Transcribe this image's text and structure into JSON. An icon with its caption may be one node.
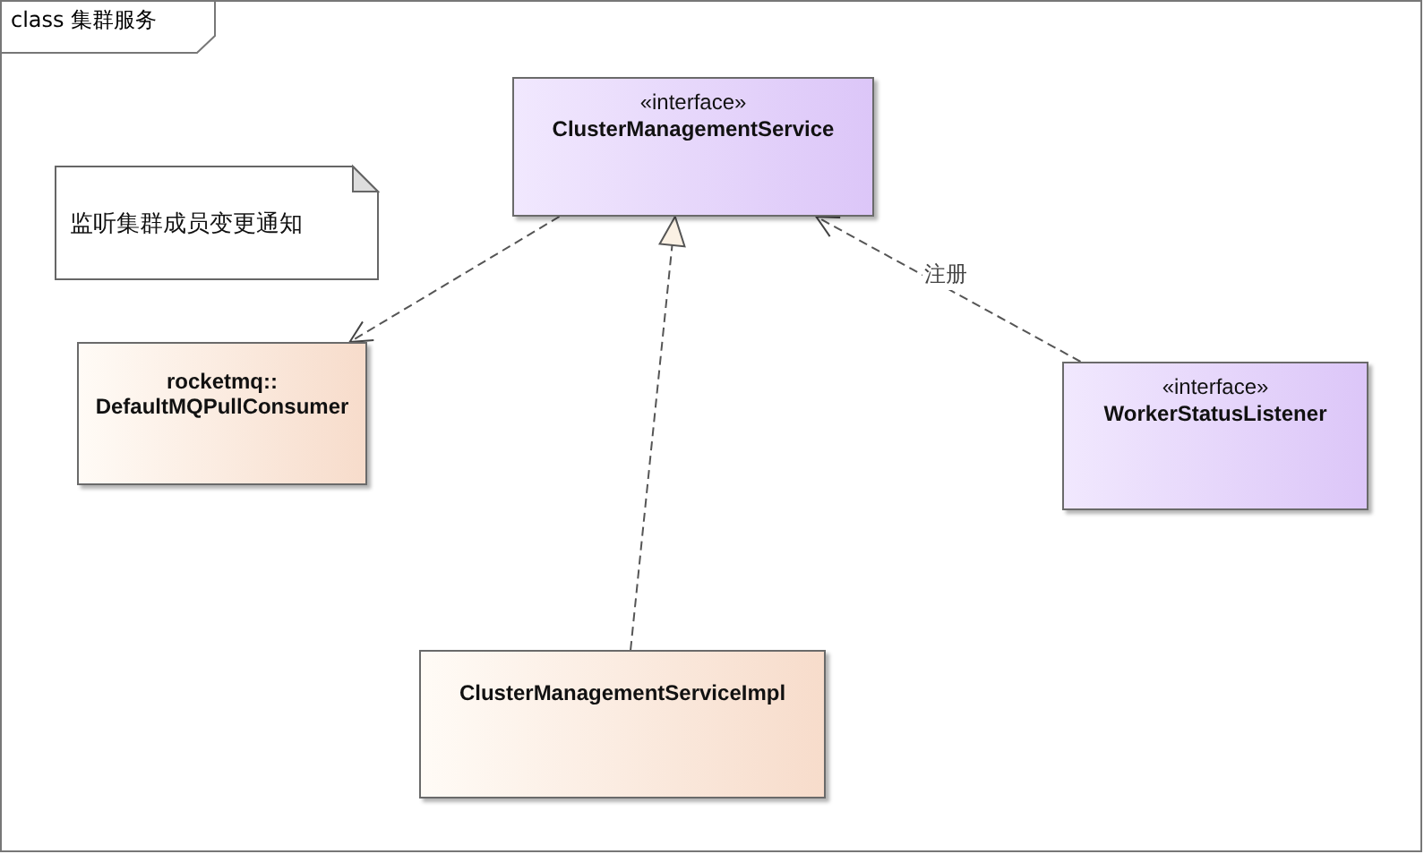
{
  "diagram": {
    "title": "class 集群服务",
    "nodes": [
      {
        "text": [
          "监听集群成员变更通知"
        ]
      },
      {
        "text": [
          "«interface»",
          "ClusterManagementService"
        ]
      },
      {
        "text": [
          "rocketmq:: DefaultMQPullConsumer"
        ]
      },
      {
        "text": [
          "«interface»",
          "WorkerStatusListener"
        ]
      },
      {
        "text": [
          "ClusterManagementServiceImpl"
        ]
      }
    ],
    "edges": [
      {
        "from": 1,
        "to": 2,
        "arrow": "to",
        "style": "dashed"
      },
      {
        "from": 4,
        "to": 1,
        "arrow": "to",
        "style": "dashed"
      },
      {
        "from": 3,
        "to": 1,
        "arrow": "to",
        "style": "dashed",
        "label": "注册"
      }
    ]
  }
}
